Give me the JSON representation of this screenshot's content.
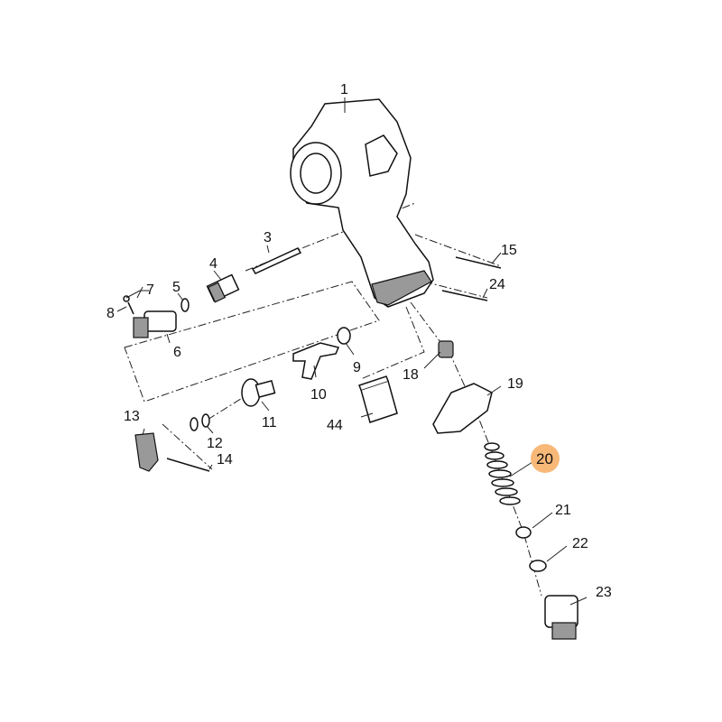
{
  "diagram": {
    "type": "exploded-parts-view",
    "highlight_color": "#f8b878",
    "highlighted_callout": "20",
    "callouts": [
      "1",
      "3",
      "4",
      "5",
      "6",
      "7",
      "8",
      "9",
      "10",
      "11",
      "12",
      "13",
      "14",
      "15",
      "18",
      "19",
      "20",
      "21",
      "22",
      "23",
      "24",
      "44"
    ]
  }
}
